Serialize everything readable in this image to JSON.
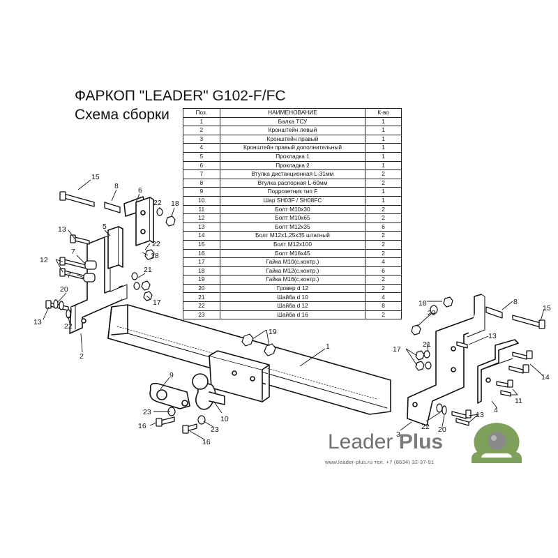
{
  "header": {
    "title": "ФАРКОП \"LEADER\" G102-F/FC",
    "subtitle": "Схема сборки"
  },
  "parts_table": {
    "columns": [
      "Поз.",
      "НАИМЕНОВАНИЕ",
      "К-во"
    ],
    "rows": [
      [
        "1",
        "Балка ТСУ",
        "1"
      ],
      [
        "2",
        "Кронштейн левый",
        "1"
      ],
      [
        "3",
        "Кронштейн правый",
        "1"
      ],
      [
        "4",
        "Кронштейн правый дополнительный",
        "1"
      ],
      [
        "5",
        "Прокладка 1",
        "1"
      ],
      [
        "6",
        "Прокладка 2",
        "1"
      ],
      [
        "7",
        "Втулка дистанционная L-31мм",
        "2"
      ],
      [
        "8",
        "Втулка распорная L-60мм",
        "2"
      ],
      [
        "9",
        "Подрозетник тип F",
        "1"
      ],
      [
        "10",
        "Шар SH03F / SH08FC",
        "1"
      ],
      [
        "11",
        "Болт М10х30",
        "2"
      ],
      [
        "12",
        "Болт М10х65",
        "2"
      ],
      [
        "13",
        "Болт М12х35",
        "6"
      ],
      [
        "14",
        "Болт М12х1,25х35 штатный",
        "2"
      ],
      [
        "15",
        "Болт М12х100",
        "2"
      ],
      [
        "16",
        "Болт М16х45",
        "2"
      ],
      [
        "17",
        "Гайка  М10(с.контр.)",
        "4"
      ],
      [
        "18",
        "Гайка М12(с.контр.)",
        "6"
      ],
      [
        "19",
        "Гайка  М16(с.контр.)",
        "2"
      ],
      [
        "20",
        "Гровер d 12",
        "2"
      ],
      [
        "21",
        "Шайба d 10",
        "4"
      ],
      [
        "22",
        "Шайба d 12",
        "8"
      ],
      [
        "23",
        "Шайба d 16",
        "2"
      ]
    ]
  },
  "callouts": [
    {
      "id": "l15",
      "text": "15"
    },
    {
      "id": "l8",
      "text": "8"
    },
    {
      "id": "l6",
      "text": "6"
    },
    {
      "id": "l22a",
      "text": "22"
    },
    {
      "id": "l18a",
      "text": "18"
    },
    {
      "id": "l13a",
      "text": "13"
    },
    {
      "id": "l5",
      "text": "5"
    },
    {
      "id": "l22b",
      "text": "22"
    },
    {
      "id": "l18b",
      "text": "18"
    },
    {
      "id": "l7a",
      "text": "7"
    },
    {
      "id": "l12",
      "text": "12"
    },
    {
      "id": "l7b",
      "text": "7"
    },
    {
      "id": "l21a",
      "text": "21"
    },
    {
      "id": "l17a",
      "text": "17"
    },
    {
      "id": "l20a",
      "text": "20"
    },
    {
      "id": "l13b",
      "text": "13"
    },
    {
      "id": "l22c",
      "text": "22"
    },
    {
      "id": "l2",
      "text": "2"
    },
    {
      "id": "l19",
      "text": "19"
    },
    {
      "id": "l1",
      "text": "1"
    },
    {
      "id": "l9",
      "text": "9"
    },
    {
      "id": "l23a",
      "text": "23"
    },
    {
      "id": "l10",
      "text": "10"
    },
    {
      "id": "l16a",
      "text": "16"
    },
    {
      "id": "l23b",
      "text": "23"
    },
    {
      "id": "l16b",
      "text": "16"
    },
    {
      "id": "l18c",
      "text": "18"
    },
    {
      "id": "l22d",
      "text": "22"
    },
    {
      "id": "r8",
      "text": "8"
    },
    {
      "id": "r15",
      "text": "15"
    },
    {
      "id": "r13a",
      "text": "13"
    },
    {
      "id": "r17",
      "text": "17"
    },
    {
      "id": "r21",
      "text": "21"
    },
    {
      "id": "r14",
      "text": "14"
    },
    {
      "id": "r11",
      "text": "11"
    },
    {
      "id": "r4",
      "text": "4"
    },
    {
      "id": "r13b",
      "text": "13"
    },
    {
      "id": "r3",
      "text": "3"
    },
    {
      "id": "r22",
      "text": "22"
    },
    {
      "id": "r20",
      "text": "20"
    }
  ],
  "brand": {
    "name_regular": "Leader ",
    "name_bold": "Plus",
    "footer": "www.leader-plus.ru    тел. +7 (8634) 32-37-91",
    "logo_color": "#7fa05a",
    "logo_ball_color": "#8a8a8a"
  }
}
